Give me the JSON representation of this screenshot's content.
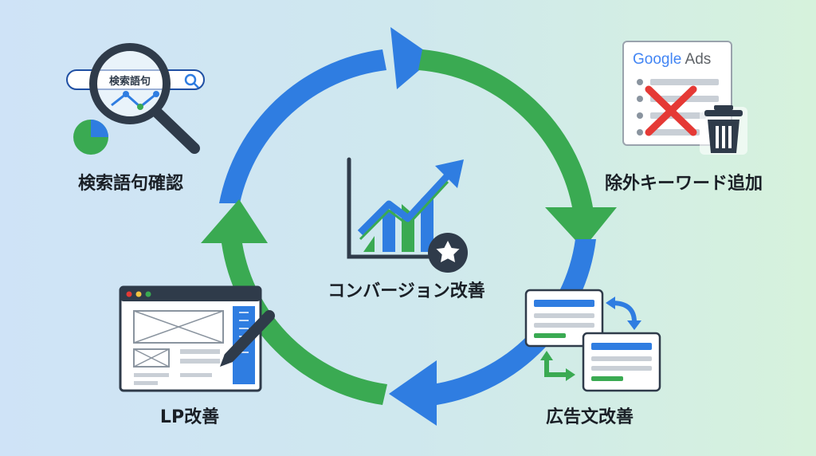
{
  "center": {
    "label": "コンバージョン改善"
  },
  "steps": [
    {
      "id": "search-terms",
      "label": "検索語句確認",
      "search_box_text": "検索語句"
    },
    {
      "id": "negative-keywords",
      "label": "除外キーワード追加",
      "brand_google": "Google",
      "brand_ads": "Ads"
    },
    {
      "id": "ad-copy",
      "label": "広告文改善"
    },
    {
      "id": "landing-page",
      "label": "LP改善"
    }
  ],
  "colors": {
    "blue": "#2f7de1",
    "green": "#3aaa52",
    "dark": "#2f3b4a",
    "red": "#e53935",
    "background_left": "#cfe3f7",
    "background_right": "#d6f2dc"
  },
  "icons": [
    "magnifier-icon",
    "pie-chart-icon",
    "google-ads-document-icon",
    "cross-icon",
    "trash-icon",
    "rising-chart-icon",
    "star-badge-icon",
    "browser-window-icon",
    "pencil-icon",
    "swap-arrows-icon"
  ]
}
